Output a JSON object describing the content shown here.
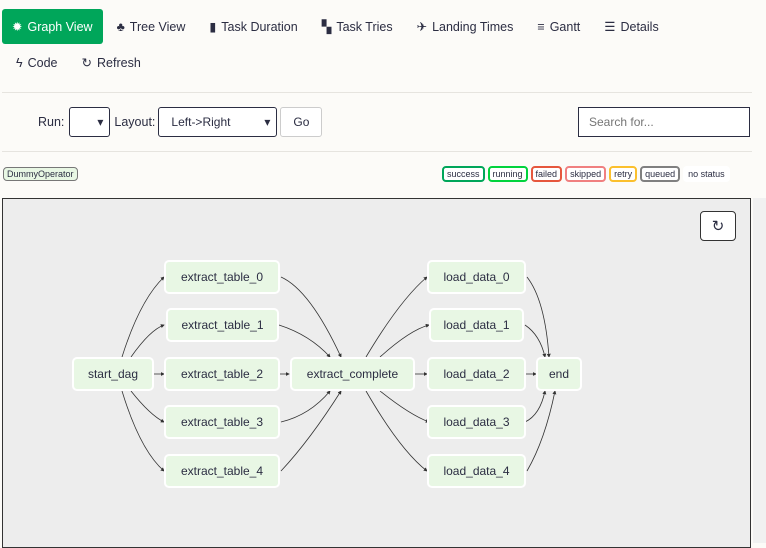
{
  "nav": {
    "tabs": [
      {
        "label": "Graph View",
        "icon": "graph-icon",
        "glyph": "✹",
        "active": true
      },
      {
        "label": "Tree View",
        "icon": "tree-icon",
        "glyph": "♣"
      },
      {
        "label": "Task Duration",
        "icon": "bar-chart-icon",
        "glyph": "▮"
      },
      {
        "label": "Task Tries",
        "icon": "files-icon",
        "glyph": "▚"
      },
      {
        "label": "Landing Times",
        "icon": "plane-icon",
        "glyph": "✈"
      },
      {
        "label": "Gantt",
        "icon": "align-left-icon",
        "glyph": "≡"
      },
      {
        "label": "Details",
        "icon": "list-icon",
        "glyph": "☰"
      }
    ],
    "code": {
      "label": "Code",
      "glyph": "ϟ"
    },
    "refresh": {
      "label": "Refresh",
      "glyph": "↻"
    }
  },
  "controls": {
    "run_label": "Run:",
    "run_value": "",
    "layout_label": "Layout:",
    "layout_value": "Left->Right",
    "go": "Go",
    "search_placeholder": "Search for..."
  },
  "operator": "DummyOperator",
  "legend": [
    {
      "label": "success",
      "color": "#00a65a"
    },
    {
      "label": "running",
      "color": "#01d33d"
    },
    {
      "label": "failed",
      "color": "#e6573d"
    },
    {
      "label": "skipped",
      "color": "#f08080"
    },
    {
      "label": "retry",
      "color": "#fbc02d"
    },
    {
      "label": "queued",
      "color": "#808080"
    },
    {
      "label": "no status",
      "color": "#ffffff"
    }
  ],
  "graph": {
    "refresh_glyph": "↻",
    "nodes": [
      "start_dag",
      "extract_table_0",
      "extract_table_1",
      "extract_table_2",
      "extract_table_3",
      "extract_table_4",
      "extract_complete",
      "load_data_0",
      "load_data_1",
      "load_data_2",
      "load_data_3",
      "load_data_4",
      "end"
    ]
  }
}
